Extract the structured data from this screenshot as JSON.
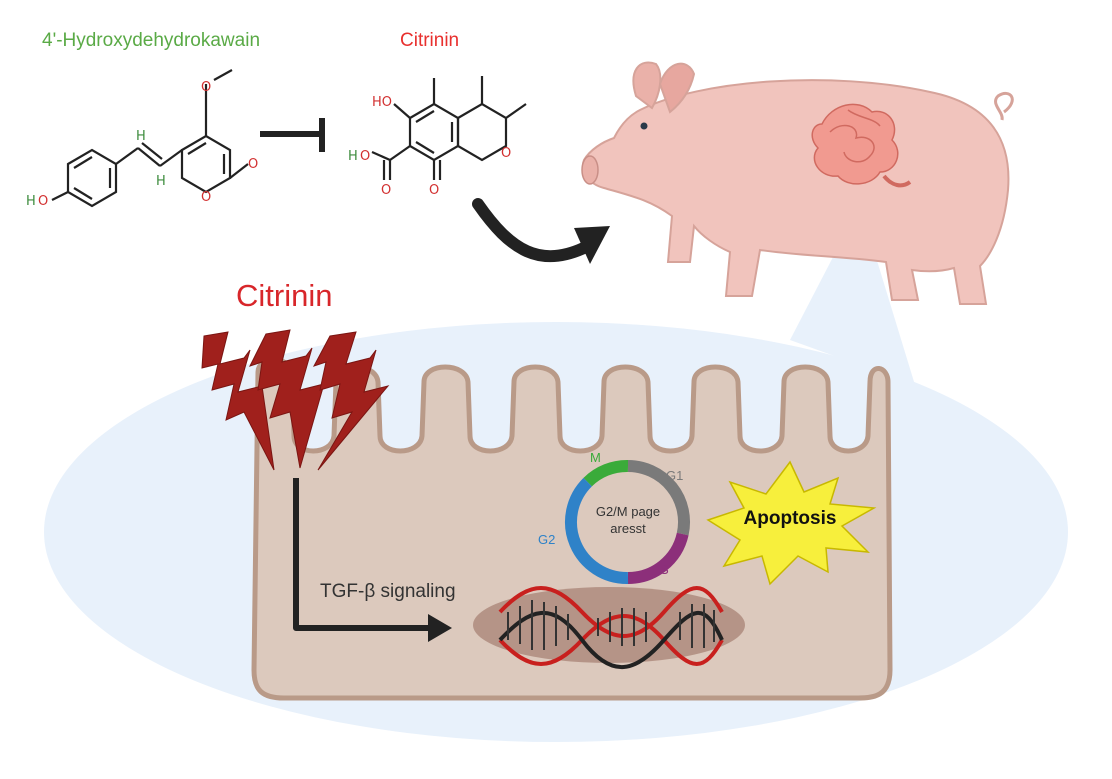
{
  "compounds": {
    "inhibitor": {
      "name": "4'-Hydroxydehydrokawain",
      "color": "#5aaa46"
    },
    "toxin": {
      "name": "Citrinin",
      "color": "#e8302e"
    }
  },
  "atoms": {
    "O": "O",
    "H": "H",
    "HO": "HO"
  },
  "toxin_label": "Citrinin",
  "pathway_label": "TGF-β signaling",
  "cell_cycle": {
    "center_line1": "G2/M page",
    "center_line2": "aresst",
    "phases": [
      {
        "label": "M",
        "color": "#3aab3a"
      },
      {
        "label": "G1",
        "color": "#7a7a7a"
      },
      {
        "label": "S",
        "color": "#8c2f7a"
      },
      {
        "label": "G2",
        "color": "#2f82c8"
      }
    ]
  },
  "outcome": {
    "label": "Apoptosis",
    "color": "#f7ef3c"
  },
  "colors": {
    "tissue": "#dcc9bd",
    "tissue_border": "#b99a88",
    "backdrop": "#e8f1fb",
    "lightning": "#a0201c",
    "pig": "#f1c4bd",
    "intestine": "#f19a90",
    "dna_red": "#c8201e",
    "dna_black": "#222222"
  },
  "icons": [
    "lightning-bolt-icon",
    "pig-icon",
    "intestine-icon",
    "dna-icon",
    "starburst-icon"
  ]
}
